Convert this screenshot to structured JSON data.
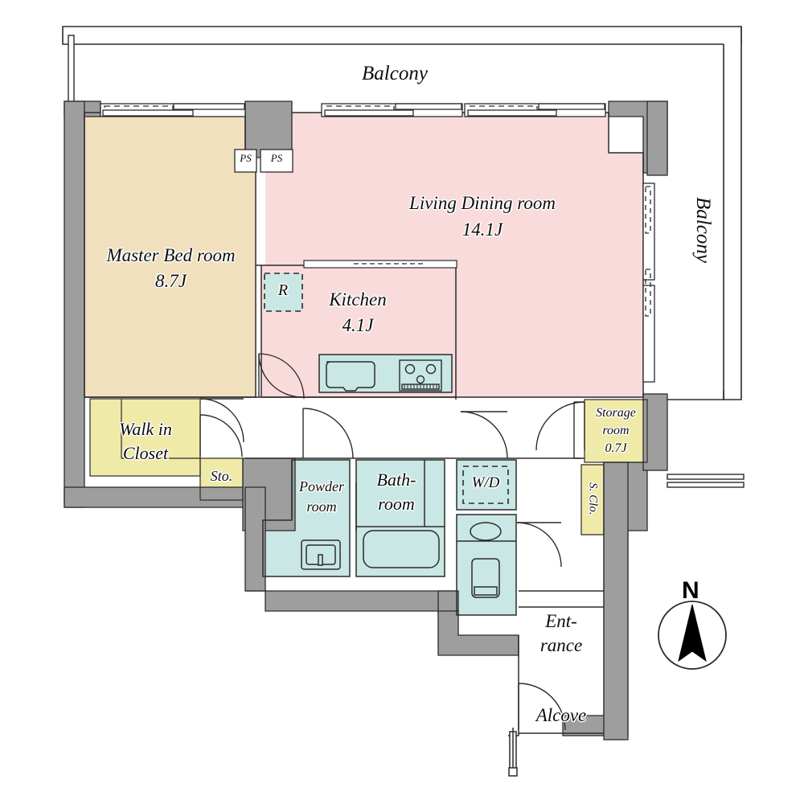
{
  "plan": {
    "type": "residential-floor-plan",
    "units": "J (tatami mats)",
    "colors": {
      "bedroom_fill": "#f0e0bd",
      "living_fill": "#fadbdb",
      "closet_fill": "#efeaa8",
      "water_fill": "#c9e7e4",
      "wall_fill": "#9e9e9e",
      "line": "#2b2b2b",
      "background": "#ffffff"
    },
    "rooms": [
      {
        "id": "balcony_top",
        "name": "Balcony",
        "area": "",
        "label": "Balcony"
      },
      {
        "id": "balcony_right",
        "name": "Balcony",
        "area": "",
        "label": "Balcony"
      },
      {
        "id": "master_bed",
        "name": "Master Bed room",
        "area": "8.7J",
        "label": "Master Bed room"
      },
      {
        "id": "living",
        "name": "Living Dining room",
        "area": "14.1J",
        "label": "Living Dining room"
      },
      {
        "id": "kitchen",
        "name": "Kitchen",
        "area": "4.1J",
        "label": "Kitchen"
      },
      {
        "id": "walk_in",
        "name": "Walk in Closet",
        "area": "",
        "label": "Walk in\nCloset"
      },
      {
        "id": "storage_room",
        "name": "Storage room",
        "area": "0.7J",
        "label": "Storage room"
      },
      {
        "id": "powder",
        "name": "Powder room",
        "area": "",
        "label": "Powder room"
      },
      {
        "id": "bathroom",
        "name": "Bathroom",
        "area": "",
        "label": "Bath-room"
      },
      {
        "id": "entrance",
        "name": "Entrance",
        "area": "",
        "label": "Ent-rance"
      },
      {
        "id": "alcove",
        "name": "Alcove",
        "area": "",
        "label": "Alcove"
      },
      {
        "id": "sto",
        "name": "Storage",
        "area": "",
        "label": "Sto."
      },
      {
        "id": "s_clo",
        "name": "Shoe Closet",
        "area": "",
        "label": "S. Clo."
      }
    ],
    "labels": {
      "balcony_top": "Balcony",
      "balcony_right": "Balcony",
      "master_bed_name": "Master Bed room",
      "master_bed_area": "8.7J",
      "living_name": "Living Dining room",
      "living_area": "14.1J",
      "kitchen_name": "Kitchen",
      "kitchen_area": "4.1J",
      "walk_in_line1": "Walk in",
      "walk_in_line2": "Closet",
      "sto": "Sto.",
      "storage_line1": "Storage",
      "storage_line2": "room",
      "storage_line3": "0.7J",
      "s_clo": "S. Clo.",
      "powder_line1": "Powder",
      "powder_line2": "room",
      "bath_line1": "Bath-",
      "bath_line2": "room",
      "wd": "W/D",
      "refrigerator": "R",
      "ps_left": "PS",
      "ps_right": "PS",
      "entrance_line1": "Ent-",
      "entrance_line2": "rance",
      "alcove": "Alcove",
      "compass_north": "N"
    },
    "fixtures": [
      {
        "id": "refrigerator",
        "name": "Refrigerator",
        "tag": "R",
        "room": "kitchen"
      },
      {
        "id": "washer_dryer",
        "name": "Washer / Dryer",
        "tag": "W/D",
        "room": "utility"
      },
      {
        "id": "sink",
        "name": "Kitchen sink",
        "tag": "",
        "room": "kitchen"
      },
      {
        "id": "stove",
        "name": "Gas stove / cooktop",
        "tag": "",
        "room": "kitchen"
      },
      {
        "id": "vanity",
        "name": "Vanity basin",
        "tag": "",
        "room": "powder"
      },
      {
        "id": "bathtub",
        "name": "Bathtub",
        "tag": "",
        "room": "bathroom"
      },
      {
        "id": "toilet",
        "name": "Toilet",
        "tag": "",
        "room": "toilet"
      },
      {
        "id": "ps_shaft_1",
        "name": "Pipe shaft",
        "tag": "PS",
        "room": "exterior"
      },
      {
        "id": "ps_shaft_2",
        "name": "Pipe shaft",
        "tag": "PS",
        "room": "exterior"
      }
    ],
    "compass": {
      "direction_label": "N",
      "points_up": true
    }
  }
}
